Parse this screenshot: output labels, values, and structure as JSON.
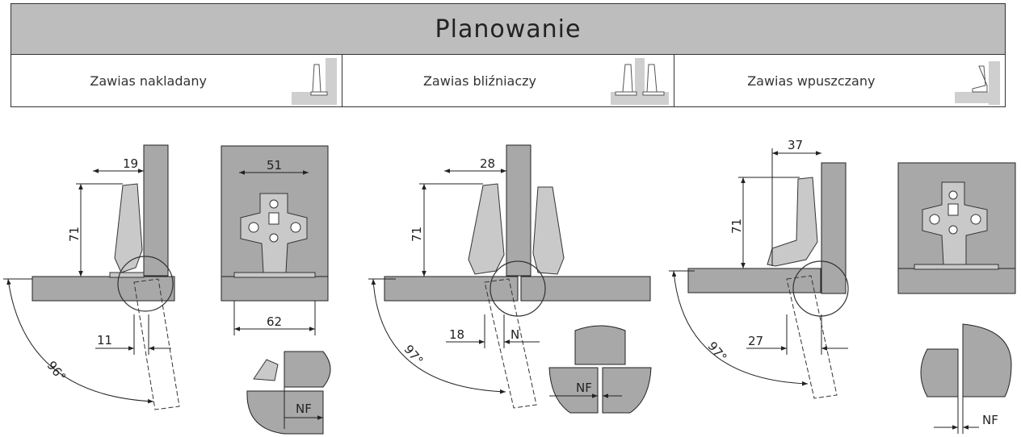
{
  "header": {
    "title": "Planowanie"
  },
  "tabs": [
    {
      "label": "Zawias nakladany",
      "icon": "overlay-hinge-icon"
    },
    {
      "label": "Zawias bliźniaczy",
      "icon": "twin-hinge-icon"
    },
    {
      "label": "Zawias wpuszczany",
      "icon": "inset-hinge-icon"
    }
  ],
  "diagram": {
    "overlay": {
      "top_width": "19",
      "height": "71",
      "offset": "11",
      "angle": "96°",
      "plate_top": "51",
      "plate_bottom": "62",
      "nf": "NF"
    },
    "twin": {
      "top_width": "28",
      "height": "71",
      "offset": "18",
      "angle": "97°",
      "n": "N",
      "nf": "NF"
    },
    "inset": {
      "top_width": "37",
      "height": "71",
      "offset": "27",
      "angle": "97°",
      "nf": "NF"
    }
  },
  "colors": {
    "panel": "#a8a8a8",
    "hinge": "#c9c9c9",
    "line": "#222222"
  }
}
